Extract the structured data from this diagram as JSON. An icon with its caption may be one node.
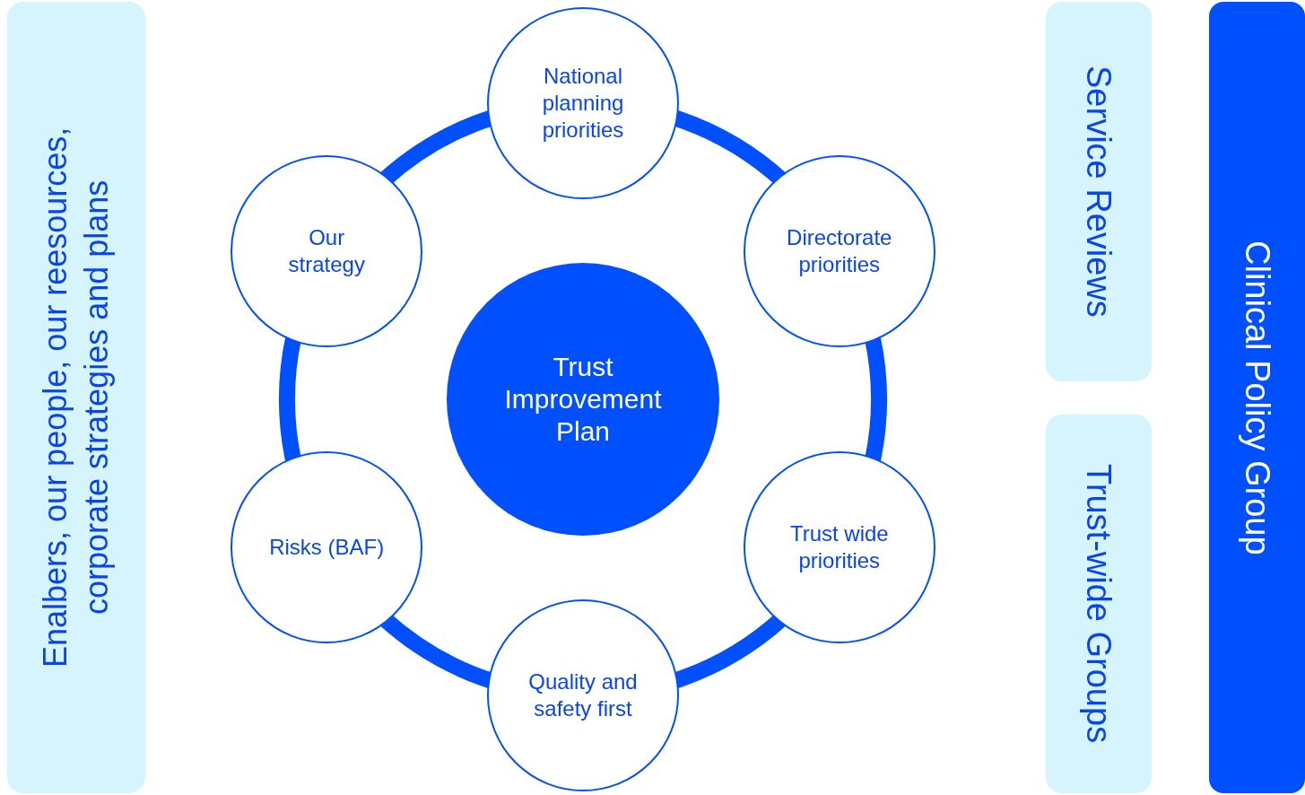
{
  "diagram": {
    "nodes": [
      {
        "text": [
          "Enalbers, our people, our reesources, corporate strategies and plans"
        ]
      },
      {
        "text": [
          "National planning priorities"
        ]
      },
      {
        "text": [
          "Directorate priorities"
        ]
      },
      {
        "text": [
          "Trust wide priorities"
        ]
      },
      {
        "text": [
          "Quality and safety first"
        ]
      },
      {
        "text": [
          "Risks (BAF)"
        ]
      },
      {
        "text": [
          "Our strategy"
        ]
      },
      {
        "text": [
          "Trust Improvement Plan"
        ]
      },
      {
        "text": [
          "Service Reviews"
        ]
      },
      {
        "text": [
          "Trust-wide Groups"
        ]
      },
      {
        "text": [
          "Clinical Policy Group"
        ]
      }
    ],
    "edges": [
      {
        "from": 1,
        "to": 2,
        "arrow": "none"
      },
      {
        "from": 2,
        "to": 3,
        "arrow": "none"
      },
      {
        "from": 3,
        "to": 4,
        "arrow": "none"
      },
      {
        "from": 4,
        "to": 5,
        "arrow": "none"
      },
      {
        "from": 5,
        "to": 6,
        "arrow": "none"
      },
      {
        "from": 6,
        "to": 1,
        "arrow": "none"
      }
    ]
  }
}
